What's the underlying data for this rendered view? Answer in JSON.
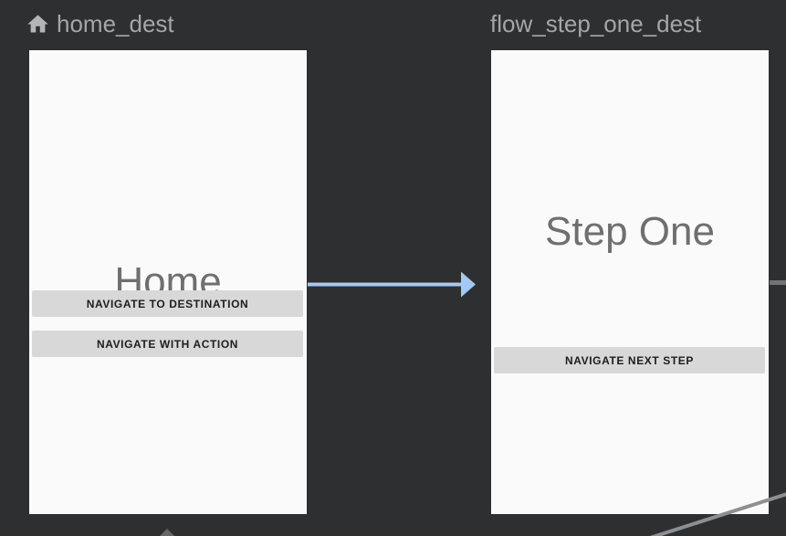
{
  "editor": {
    "home": {
      "label": "home_dest",
      "title": "Home",
      "buttons": [
        "NAVIGATE TO DESTINATION",
        "NAVIGATE WITH ACTION"
      ]
    },
    "flow": {
      "label": "flow_step_one_dest",
      "title": "Step One",
      "buttons": [
        "NAVIGATE NEXT STEP"
      ]
    },
    "icons": {
      "home": "home-icon"
    },
    "colors": {
      "background": "#2d2f31",
      "card": "#fafafa",
      "header_label": "#a6a6a6",
      "screen_title": "#6f6f6f",
      "button_bg": "#d8d8d8",
      "button_text": "#1d1d1d",
      "action_arrow": "#a3c9f4",
      "edge_gray": "#8d9092",
      "home_icon": "#b5b5b5"
    }
  }
}
